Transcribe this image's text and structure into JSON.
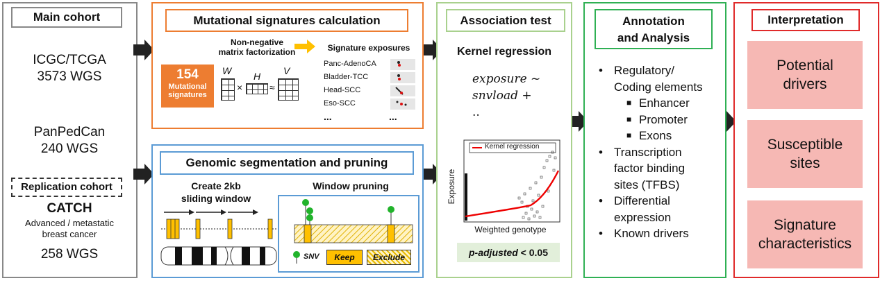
{
  "main_cohort": {
    "title": "Main cohort",
    "icgc_name": "ICGC/TCGA",
    "icgc_count": "3573 WGS",
    "panped_name": "PanPedCan",
    "panped_count": "240 WGS",
    "replication_title": "Replication cohort",
    "catch_name": "CATCH",
    "catch_desc_1": "Advanced / metastatic",
    "catch_desc_2": "breast cancer",
    "catch_count": "258 WGS"
  },
  "signatures": {
    "title": "Mutational signatures calculation",
    "nmf_line1": "Non-negative",
    "nmf_line2": "matrix factorization",
    "count": "154",
    "count_label_1": "Mutational",
    "count_label_2": "signatures",
    "w": "W",
    "h": "H",
    "v": "V",
    "times": "×",
    "approx": "≈",
    "exposures_title": "Signature exposures",
    "exposures": [
      "Panc-AdenoCA",
      "Bladder-TCC",
      "Head-SCC",
      "Eso-SCC"
    ],
    "ellipsis": "..."
  },
  "segmentation": {
    "title": "Genomic segmentation and pruning",
    "create_1": "Create 2kb",
    "create_2": "sliding window",
    "window_pruning": "Window pruning",
    "snv": "SNV",
    "keep": "Keep",
    "exclude": "Exclude"
  },
  "association": {
    "title": "Association test",
    "kernel_regression": "Kernel regression",
    "formula_1": "exposure ~",
    "formula_2": "snvload +",
    "formula_3": "..",
    "legend": "Kernel regression",
    "xlabel": "Weighted genotype",
    "ylabel": "Exposure",
    "padj": "p-adjusted",
    "padj_threshold": "< 0.05"
  },
  "annotation": {
    "title_1": "Annotation",
    "title_2": "and Analysis",
    "items": [
      {
        "t1": "Regulatory/",
        "t2": "Coding elements",
        "sub": [
          "Enhancer",
          "Promoter",
          "Exons"
        ]
      },
      {
        "t1": "Transcription",
        "t2": "factor binding",
        "t3": "sites (TFBS)"
      },
      {
        "t1": "Differential",
        "t2": "expression"
      },
      {
        "t1": "Known drivers"
      }
    ]
  },
  "interpretation": {
    "title": "Interpretation",
    "boxes": [
      {
        "l1": "Potential",
        "l2": "drivers"
      },
      {
        "l1": "Susceptible",
        "l2": "sites"
      },
      {
        "l1": "Signature",
        "l2": "characteristics"
      }
    ]
  },
  "colors": {
    "orange": "#ed7d31",
    "blue": "#5b9bd5",
    "light_green": "#a9d18e",
    "green": "#2fb054",
    "red": "#e02a2a",
    "pink": "#f6b8b4",
    "gold": "#ffc000"
  }
}
